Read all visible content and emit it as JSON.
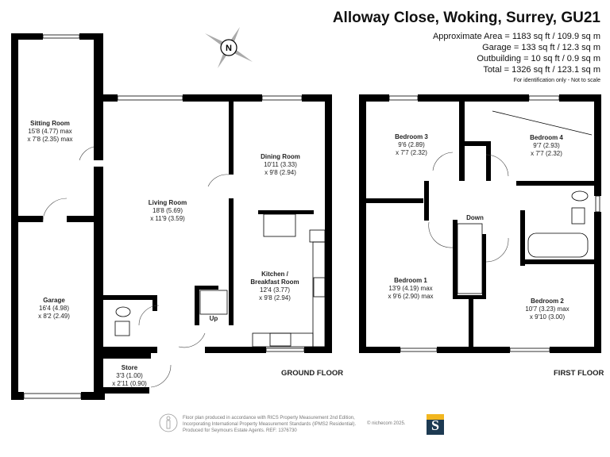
{
  "header": {
    "title": "Alloway Close, Woking, Surrey, GU21",
    "areas": [
      "Approximate Area = 1183 sq ft / 109.9 sq m",
      "Garage = 133 sq ft / 12.3 sq m",
      "Outbuilding = 10 sq ft / 0.9 sq m",
      "Total = 1326 sq ft / 123.1 sq m"
    ],
    "note": "For identification only - Not to scale"
  },
  "compass": {
    "label": "N"
  },
  "ground_floor": {
    "label": "GROUND FLOOR",
    "stairs_label": "Up",
    "rooms": [
      {
        "name": "Sitting Room",
        "dim1": "15'8 (4.77) max",
        "dim2": "x 7'8 (2.35) max"
      },
      {
        "name": "Living Room",
        "dim1": "18'8 (5.69)",
        "dim2": "x 11'9 (3.59)"
      },
      {
        "name": "Dining Room",
        "dim1": "10'11 (3.33)",
        "dim2": "x 9'8 (2.94)"
      },
      {
        "name": "Kitchen /",
        "name2": "Breakfast Room",
        "dim1": "12'4 (3.77)",
        "dim2": "x 9'8 (2.94)"
      },
      {
        "name": "Garage",
        "dim1": "16'4 (4.98)",
        "dim2": "x 8'2 (2.49)"
      },
      {
        "name": "Store",
        "dim1": "3'3 (1.00)",
        "dim2": "x 2'11 (0.90)"
      }
    ]
  },
  "first_floor": {
    "label": "FIRST FLOOR",
    "stairs_label": "Down",
    "rooms": [
      {
        "name": "Bedroom 3",
        "dim1": "9'6 (2.89)",
        "dim2": "x 7'7 (2.32)"
      },
      {
        "name": "Bedroom 4",
        "dim1": "9'7 (2.93)",
        "dim2": "x 7'7 (2.32)"
      },
      {
        "name": "Bedroom 1",
        "dim1": "13'9 (4.19) max",
        "dim2": "x 9'6 (2.90) max"
      },
      {
        "name": "Bedroom 2",
        "dim1": "10'7 (3.23) max",
        "dim2": "x 9'10 (3.00)"
      }
    ]
  },
  "footer": {
    "lines": [
      "Floor plan produced in accordance with RICS Property Measurement 2nd Edition,",
      "Incorporating International Property Measurement Standards (IPMS2 Residential).",
      "Produced for Seymours Estate Agents.   REF: 1376730"
    ],
    "copyright": "© nichecom 2025.",
    "logo_letter": "S"
  },
  "colors": {
    "walls": "#000000",
    "logo_top": "#f2b61f",
    "logo_bottom": "#1d3a52"
  }
}
